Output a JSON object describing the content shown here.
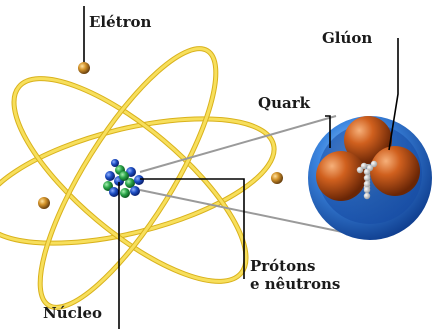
{
  "labels": {
    "eletron": "Elétron",
    "gluon": "Glúon",
    "quark": "Quark",
    "protons_line1": "Prótons",
    "protons_line2": "e nêutrons",
    "nucleo": "Núcleo"
  },
  "colors": {
    "orbit": "#f2d23c",
    "orbit_edge": "#d9b21c",
    "electron": "#d4942a",
    "proton": "#1e4fc4",
    "neutron": "#2ca64a",
    "quark": "#c8561a",
    "sphere": "#2a6fd0",
    "gluon": "#e8e8e8",
    "pointer": "#000000",
    "zoom_line": "#9a9a9a"
  }
}
